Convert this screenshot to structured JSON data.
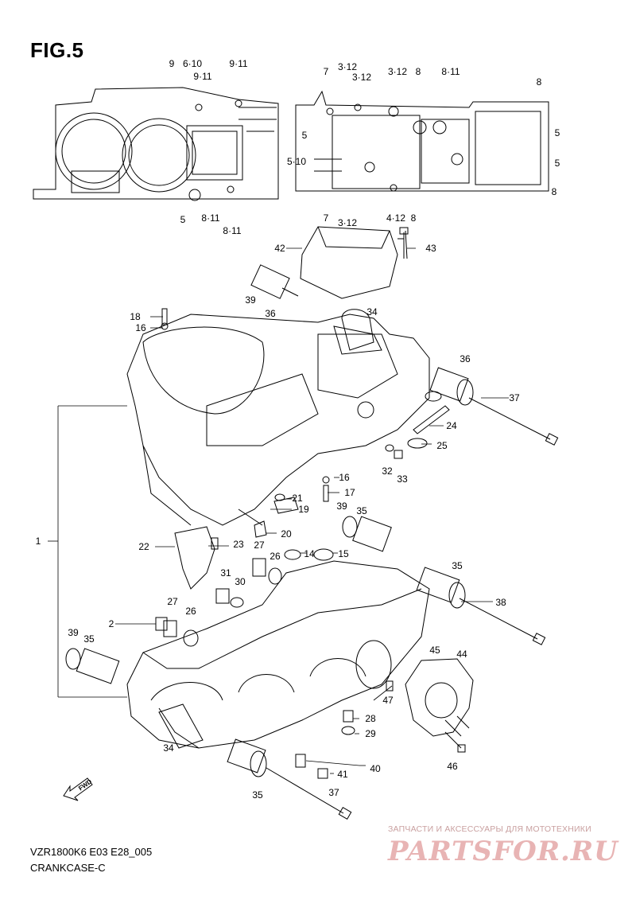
{
  "figure": {
    "title": "FIG.5"
  },
  "footer": {
    "model_code": "VZR1800K6 E03 E28_005",
    "section_name": "CRANKCASE-C"
  },
  "watermark": {
    "tagline": "ЗАПЧАСТИ И АКСЕССУАРЫ ДЛЯ МОТОТЕХНИКИ",
    "logo_text": "PARTSFOR.RU",
    "color": "#e8b4b4"
  },
  "fwd_marker": {
    "label": "FWD"
  },
  "callouts_top_left": [
    "9",
    "6·10",
    "9·11",
    "9·11",
    "5",
    "8·11",
    "8·11"
  ],
  "callouts_top_right": [
    "7",
    "3·12",
    "3·12",
    "3·12",
    "8",
    "8·11",
    "8",
    "5",
    "5·10",
    "5",
    "5",
    "8",
    "7",
    "3·12",
    "4·12",
    "8"
  ],
  "callouts_main": [
    "42",
    "43",
    "39",
    "36",
    "18",
    "16",
    "34",
    "36",
    "37",
    "24",
    "25",
    "32",
    "33",
    "16",
    "17",
    "21",
    "19",
    "20",
    "39",
    "35",
    "1",
    "22",
    "23",
    "27",
    "26",
    "14",
    "15",
    "31",
    "30",
    "35",
    "38",
    "2",
    "27",
    "26",
    "39",
    "35",
    "45",
    "44",
    "47",
    "28",
    "29",
    "34",
    "46",
    "40",
    "41",
    "35",
    "37"
  ],
  "colors": {
    "line": "#000000",
    "background": "#ffffff"
  }
}
